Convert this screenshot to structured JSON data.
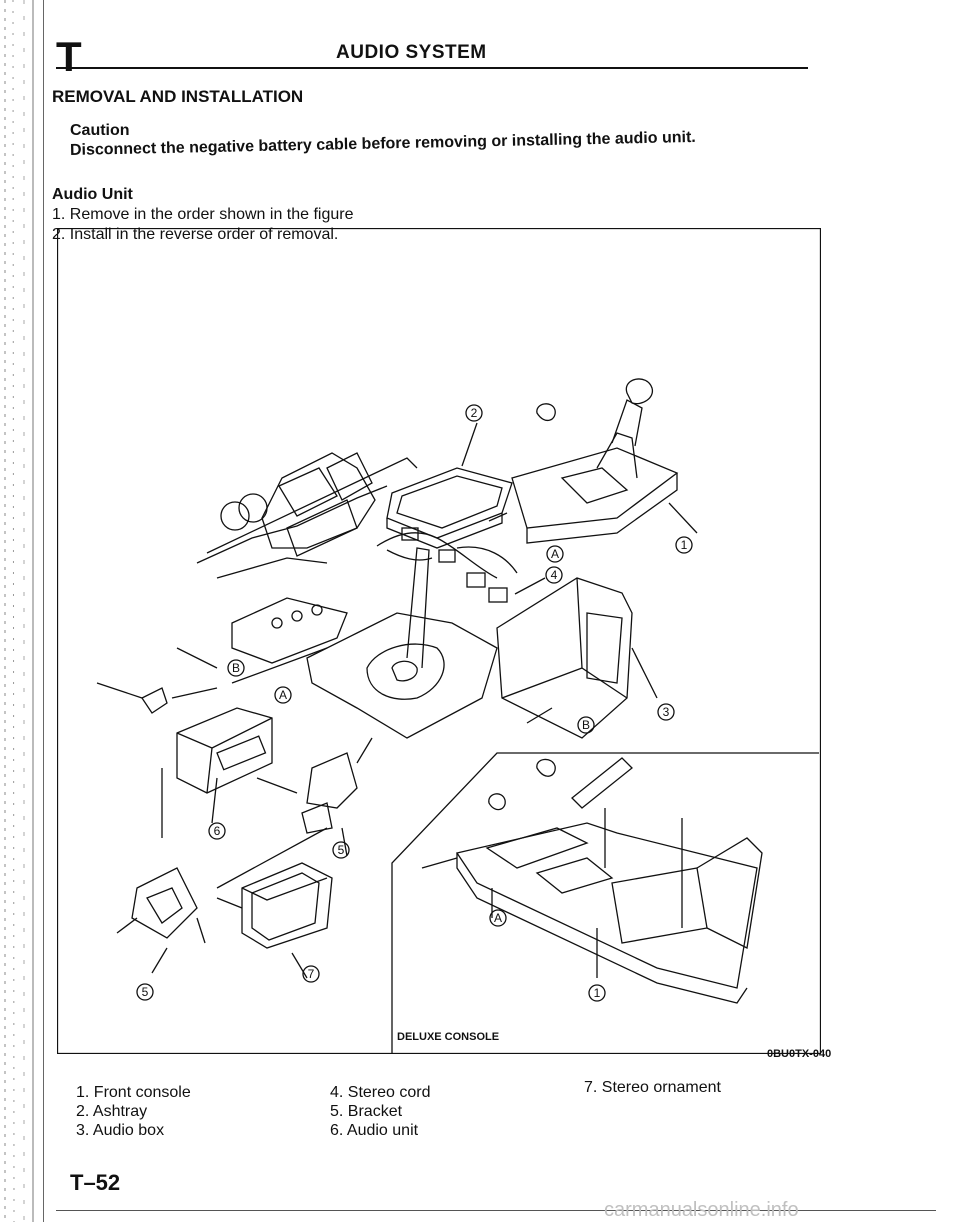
{
  "header": {
    "section_letter": "T",
    "title": "AUDIO SYSTEM"
  },
  "section_heading": "REMOVAL AND INSTALLATION",
  "caution": {
    "title": "Caution",
    "text": "Disconnect the negative battery cable before removing or installing the audio unit."
  },
  "audio_unit": {
    "heading": "Audio Unit",
    "steps": [
      "1. Remove in the order shown in the figure",
      "2. Install in the reverse order of removal."
    ]
  },
  "figure": {
    "callouts": {
      "c1": "1",
      "c2": "2",
      "c3": "3",
      "c4": "4",
      "c5": "5",
      "c6": "6",
      "c7": "7",
      "cA": "A",
      "cB": "B"
    },
    "inset_label": "DELUXE CONSOLE",
    "code": "0BU0TX-040"
  },
  "legend": {
    "col1": [
      "1. Front console",
      "2. Ashtray",
      "3. Audio box"
    ],
    "col2": [
      "4. Stereo cord",
      "5. Bracket",
      "6. Audio unit"
    ],
    "col3": [
      "7. Stereo ornament"
    ]
  },
  "page_number": "T–52",
  "watermark": "carmanualsonline.info"
}
